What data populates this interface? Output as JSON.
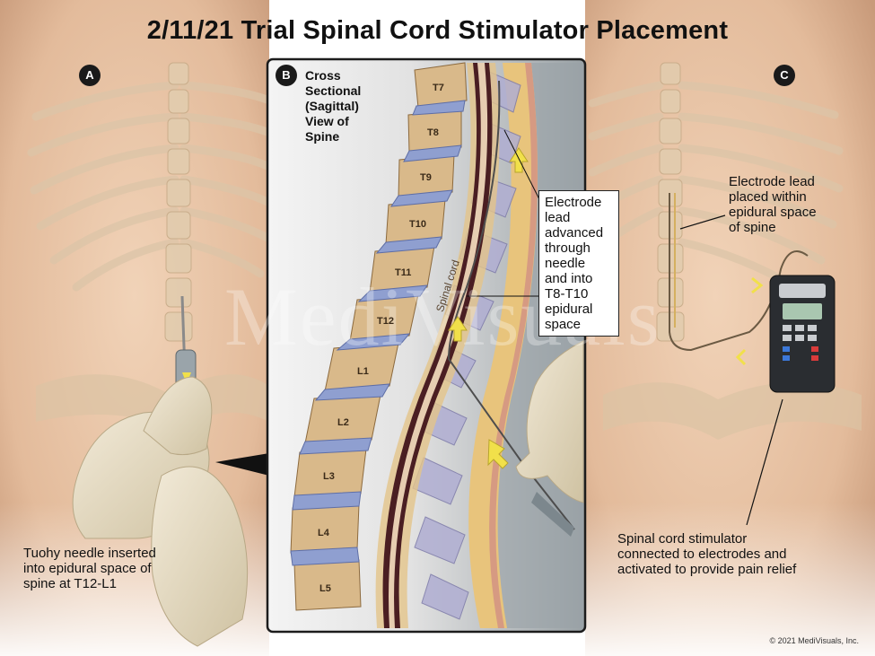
{
  "title": "2/11/21 Trial Spinal Cord Stimulator Placement",
  "panels": {
    "a": {
      "badge": "A",
      "caption": [
        "Tuohy needle inserted",
        "into epidural space of",
        "spine at T12-L1"
      ]
    },
    "b": {
      "badge": "B",
      "heading": [
        "Cross",
        "Sectional",
        "(Sagittal)",
        "View of",
        "Spine"
      ],
      "cord_label": "Spinal cord",
      "vertebrae": [
        "T7",
        "T8",
        "T9",
        "T10",
        "T11",
        "T12",
        "L1",
        "L2",
        "L3",
        "L4",
        "L5"
      ],
      "callout": [
        "Electrode",
        "lead",
        "advanced",
        "through",
        "needle",
        "and into",
        "T8-T10",
        "epidural",
        "space"
      ]
    },
    "c": {
      "badge": "C",
      "lead_caption": [
        "Electrode lead",
        "placed within",
        "epidural space",
        "of spine"
      ],
      "stimulator_caption": [
        "Spinal cord stimulator",
        "connected to electrodes and",
        "activated to provide pain relief"
      ]
    }
  },
  "watermark": "MediVisuals",
  "copyright": "© 2021 MediVisuals, Inc.",
  "colors": {
    "skin": "#e9c6a8",
    "bone": "#d9b98a",
    "disc": "#8f9fd0",
    "cord": "#4a1e22",
    "panel_bg": "#d7d7d7",
    "arrow": "#f1e04a"
  }
}
